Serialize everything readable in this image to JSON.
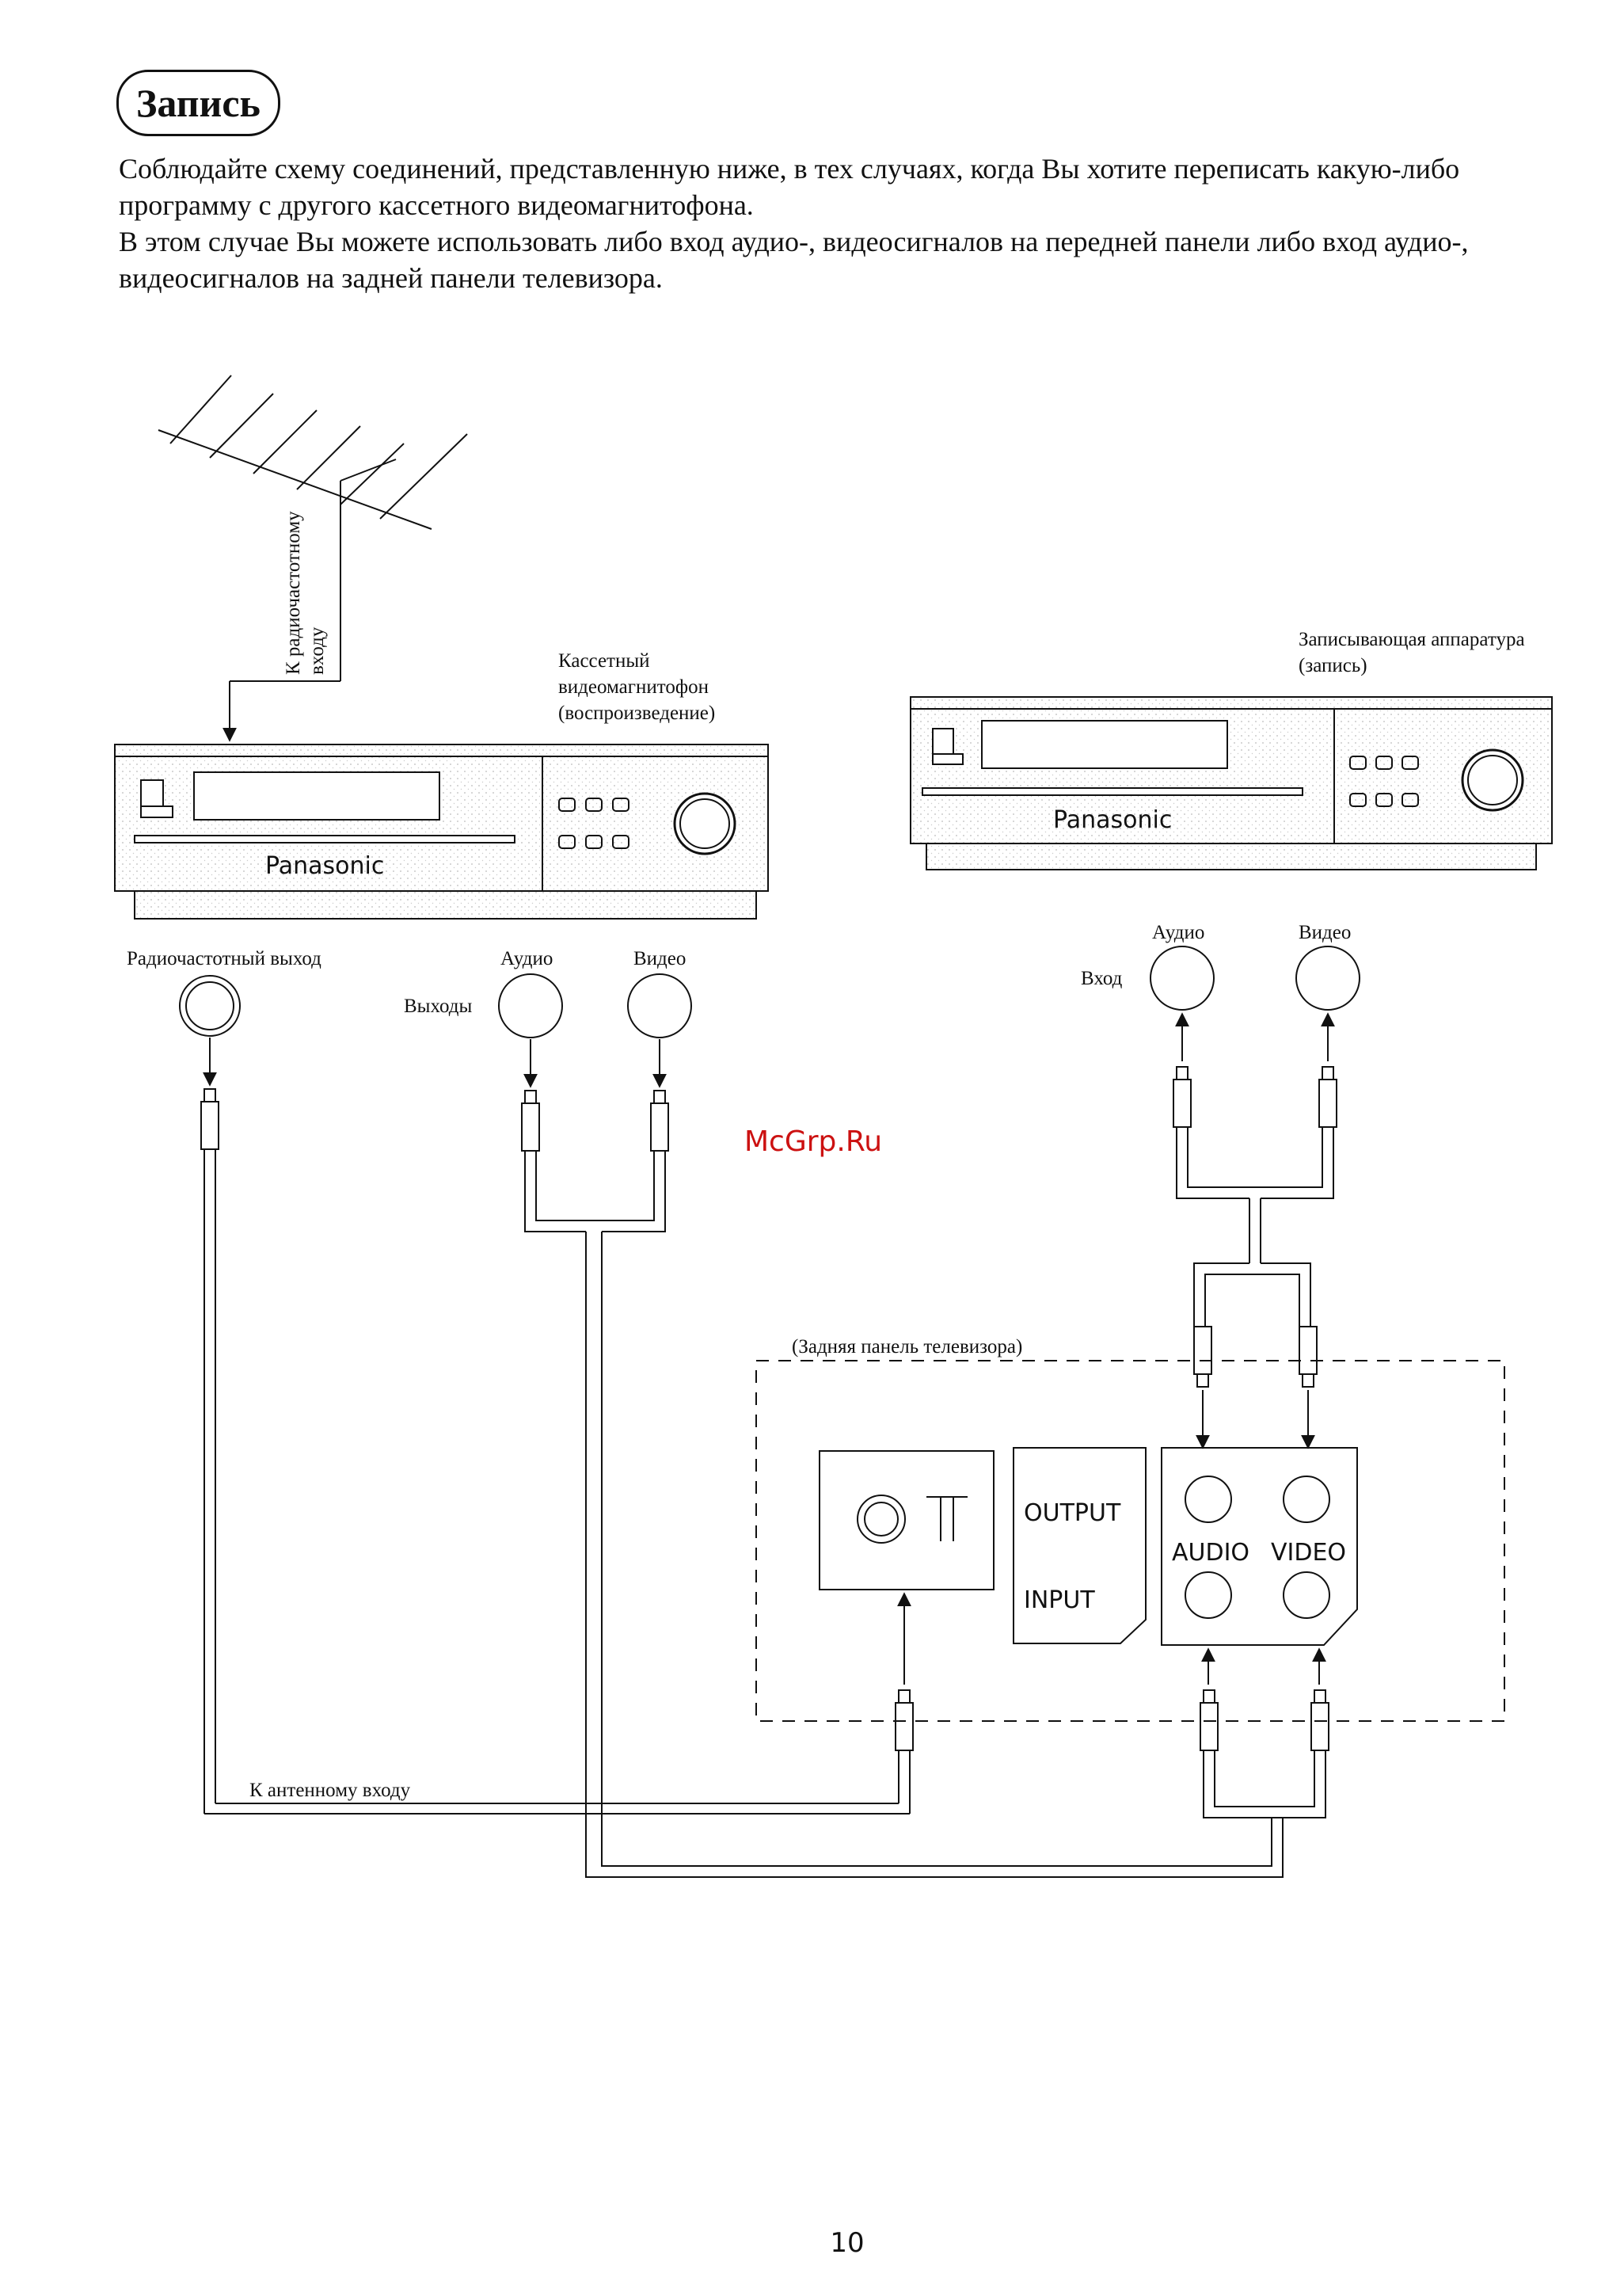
{
  "page": {
    "title": "Запись",
    "paragraphs": [
      "Соблюдайте схему соединений, представленную ниже, в тех случаях, когда Вы хотите переписать какую-либо программу с другого кассетного видеомагнитофона.",
      "В этом случае Вы можете использовать либо вход аудио-, видеосигналов на передней панели либо вход аудио-, видеосигналов на задней панели телевизора."
    ],
    "page_number": "10"
  },
  "diagram": {
    "antenna_label": [
      "К радиочастотному",
      "входу"
    ],
    "source_vcr": {
      "label": [
        "Кассетный",
        "видеомагнитофон",
        "(воспроизведение)"
      ],
      "brand": "Panasonic",
      "rf_out_label": "Радиочастотный выход",
      "outputs_label": "Выходы",
      "audio_label": "Аудио",
      "video_label": "Видео"
    },
    "recorder": {
      "label": [
        "Записывающая аппаратура",
        "(запись)"
      ],
      "brand": "Panasonic",
      "input_label": "Вход",
      "audio_label": "Аудио",
      "video_label": "Видео"
    },
    "tv_panel": {
      "label": "(Задняя панель телевизора)",
      "output_label": "OUTPUT",
      "input_label": "INPUT",
      "audio_label": "AUDIO",
      "video_label": "VIDEO"
    },
    "antenna_input_label": "К антенному входу",
    "watermark": "McGrp.Ru",
    "watermark_color": "#cc1111"
  }
}
